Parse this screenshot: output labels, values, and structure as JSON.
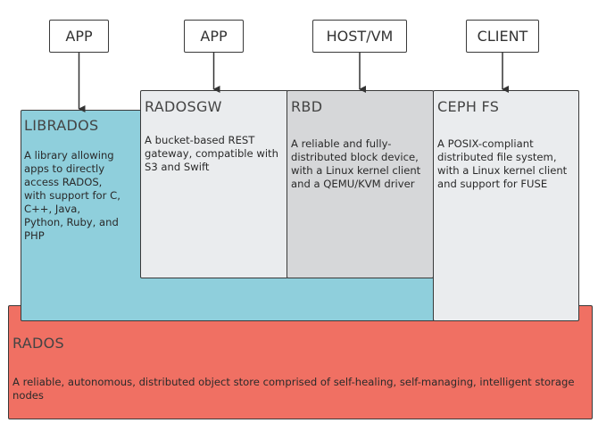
{
  "top_boxes": {
    "app1": "APP",
    "app2": "APP",
    "host_vm": "HOST/VM",
    "client": "CLIENT"
  },
  "rados": {
    "title": "RADOS",
    "description": "A reliable, autonomous, distributed object store comprised of self-healing, self-managing, intelligent storage nodes",
    "color": "#f07063"
  },
  "librados": {
    "title": "LIBRADOS",
    "description": "A library allowing apps to directly access RADOS, with support for C, C++, Java, Python, Ruby, and PHP",
    "color": "#8fcfdc"
  },
  "radosgw": {
    "title": "RADOSGW",
    "description": "A bucket-based REST gateway, compatible with S3 and Swift",
    "color": "#eaecee"
  },
  "rbd": {
    "title": "RBD",
    "description": "A reliable and fully-distributed block device, with a Linux kernel client and a QEMU/KVM driver",
    "color": "#d6d7d9"
  },
  "cephfs": {
    "title": "CEPH FS",
    "description": "A POSIX-compliant distributed file system, with a Linux kernel client and support for FUSE",
    "color": "#eaecee"
  }
}
